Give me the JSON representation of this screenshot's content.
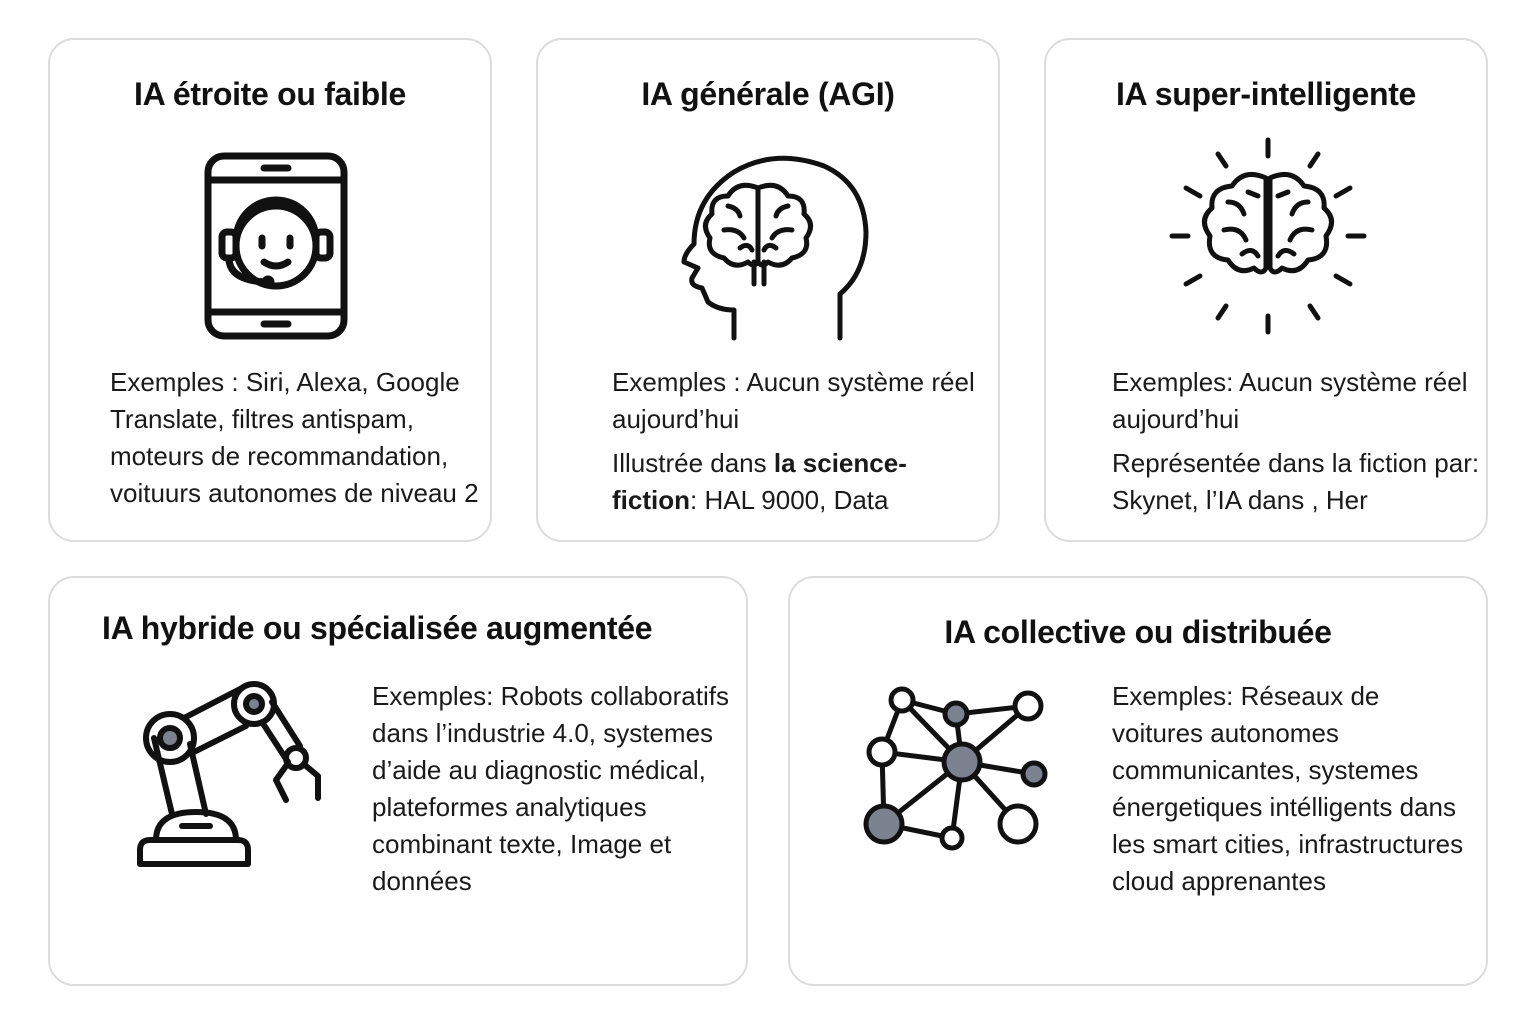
{
  "cards": [
    {
      "id": "narrow",
      "title": "IA étroite ou faible",
      "icon": "smartphone-assistant-icon",
      "paragraphs": [
        "Exemples : Siri, Alexa, Google Translate, filtres antispam, moteurs de recommandation, voituurs autonomes de niveau 2"
      ]
    },
    {
      "id": "agi",
      "title": "IA générale (AGI)",
      "icon": "head-brain-icon",
      "paragraphs": [
        "Exemples : Aucun système réel aujourd’hui"
      ],
      "illustrated": {
        "prefix": "Illustrée dans ",
        "bold": "la science-fiction",
        "suffix": ": HAL 9000, Data"
      }
    },
    {
      "id": "super",
      "title": "IA super-intelligente",
      "icon": "radiant-brain-icon",
      "paragraphs": [
        "Exemples: Aucun système réel aujourd’hui",
        "Représentée dans la fiction par: Skynet, l’IA dans , Her"
      ]
    },
    {
      "id": "hybrid",
      "title": "IA hybride ou spécialisée augmentée",
      "icon": "robotic-arm-icon",
      "paragraphs": [
        "Exemples: Robots collaboratifs dans l’industrie 4.0, systemes d’aide au diagnostic médical, plateformes analytiques combinant texte, Image et données"
      ]
    },
    {
      "id": "collective",
      "title": "IA collective ou distribuée",
      "icon": "network-nodes-icon",
      "paragraphs": [
        "Exemples: Réseaux de voitures autonomes communicantes, systemes énergetiques intélligents dans les smart cities, infrastructures cloud apprenantes"
      ]
    }
  ],
  "colors": {
    "card_border": "#dcdcdc",
    "ink": "#111111",
    "node_fill": "#7c8190"
  }
}
